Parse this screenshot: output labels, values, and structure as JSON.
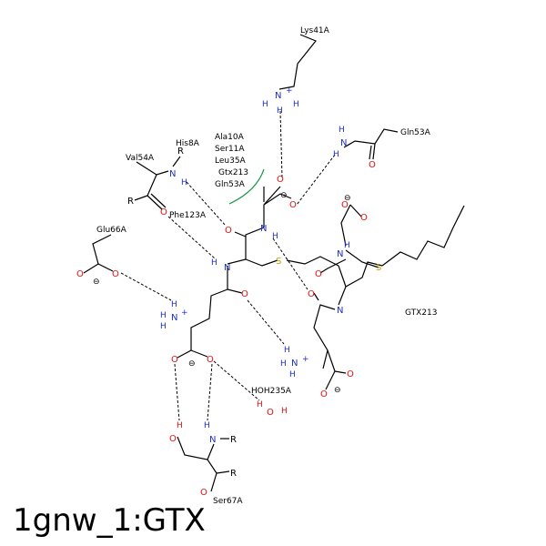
{
  "title": "1gnw_1:GTX",
  "colors": {
    "bond": "#000000",
    "nitrogen": "#1a2fd0",
    "oxygen": "#e01010",
    "sulfur": "#c8a000",
    "hydrophobic": "#1a9c4a"
  },
  "residue_labels": {
    "lys41a": "Lys41A",
    "gln53a": "Gln53A",
    "val54a": "Val54A",
    "glu66a": "Glu66A",
    "gtx213": "GTX213",
    "hoh235a": "HOH235A",
    "ser67a": "Ser67A"
  },
  "hydrophobic_labels": [
    "His8A",
    "Ala10A",
    "Ser11A",
    "Leu35A",
    "Gtx213",
    "Gln53A",
    "Phe123A"
  ],
  "atoms": {
    "N": "N",
    "O": "O",
    "S": "S",
    "H": "H",
    "R": "R",
    "plus": "+",
    "minus": "⊖"
  }
}
